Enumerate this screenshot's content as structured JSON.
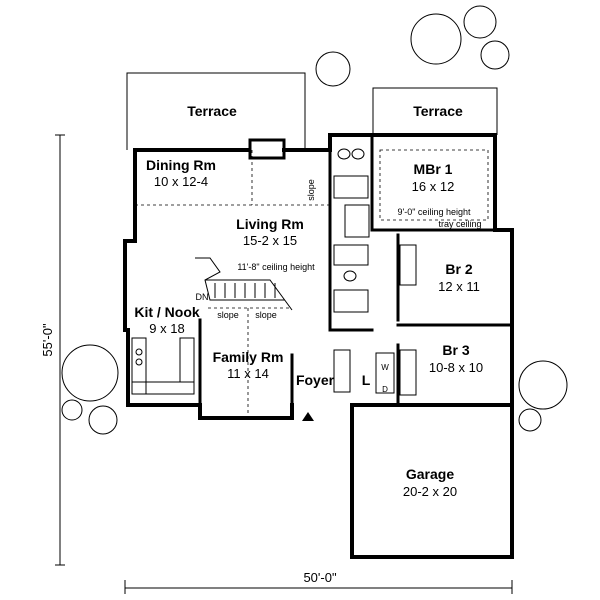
{
  "rooms": {
    "terrace_left": "Terrace",
    "terrace_right": "Terrace",
    "dining": {
      "name": "Dining Rm",
      "size": "10 x 12-4"
    },
    "living": {
      "name": "Living Rm",
      "size": "15-2 x 15"
    },
    "kitchen": {
      "name": "Kit / Nook",
      "size": "9 x 18"
    },
    "family": {
      "name": "Family Rm",
      "size": "11 x 14"
    },
    "foyer": "Foyer",
    "laundry": "L",
    "mbr1": {
      "name": "MBr 1",
      "size": "16 x 12"
    },
    "br2": {
      "name": "Br 2",
      "size": "12 x 11"
    },
    "br3": {
      "name": "Br 3",
      "size": "10-8 x 10"
    },
    "garage": {
      "name": "Garage",
      "size": "20-2 x 20"
    }
  },
  "notes": {
    "living_ceiling": "11'-8\" ceiling height",
    "mbr_ceiling": "9'-0\" ceiling height",
    "tray_ceiling": "tray ceiling",
    "slope_living": "slope",
    "slope_family_left": "slope",
    "slope_family_right": "slope",
    "stair_down": "DN",
    "washer": "W",
    "dryer": "D"
  },
  "dimensions": {
    "depth": "55'-0\"",
    "width": "50'-0\""
  }
}
